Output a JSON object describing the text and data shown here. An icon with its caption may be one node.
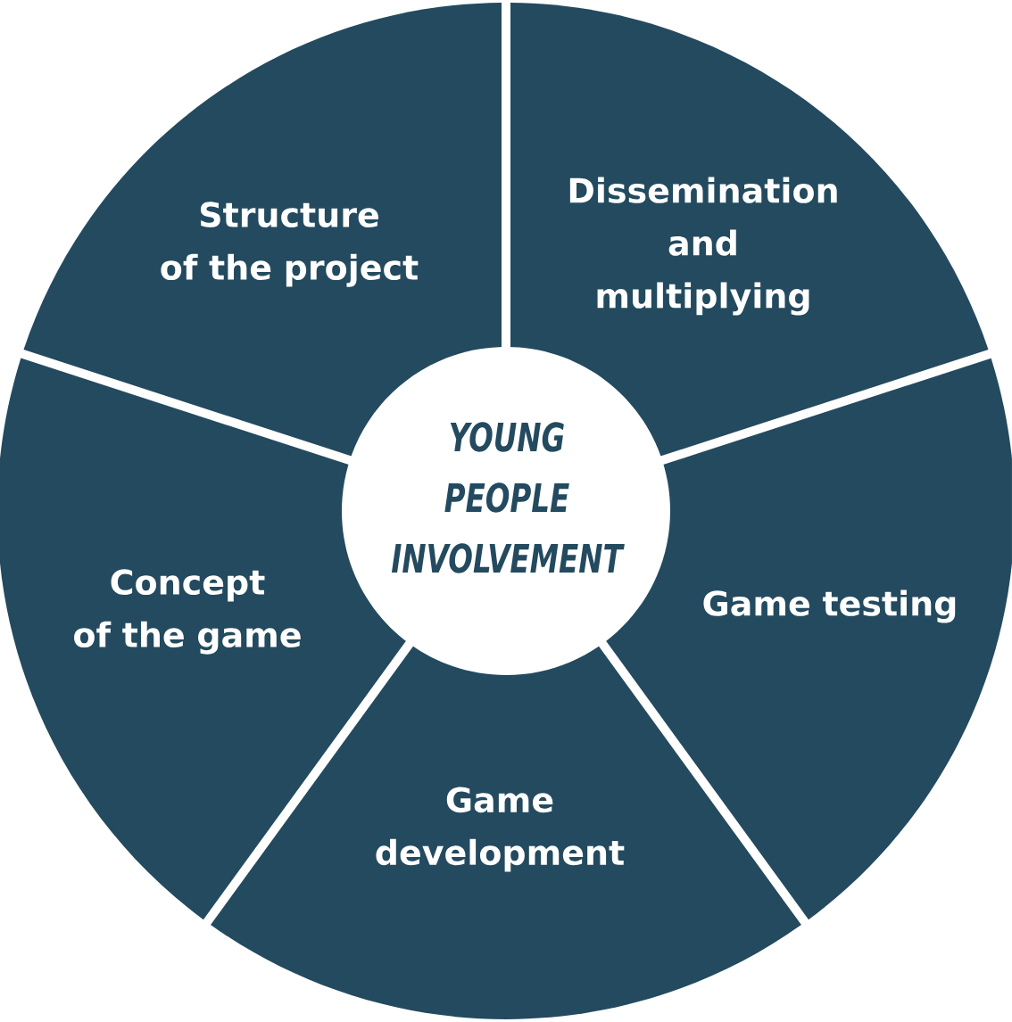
{
  "diagram": {
    "nodes": [
      {
        "text": [
          "Structure of the project"
        ]
      },
      {
        "text": [
          "Dissemination and multiplying"
        ]
      },
      {
        "text": [
          "YOUNG PEOPLE INVOLVEMENT"
        ]
      },
      {
        "text": [
          "Concept of the game"
        ]
      },
      {
        "text": [
          "Game testing"
        ]
      },
      {
        "text": [
          "Game development"
        ]
      }
    ]
  }
}
